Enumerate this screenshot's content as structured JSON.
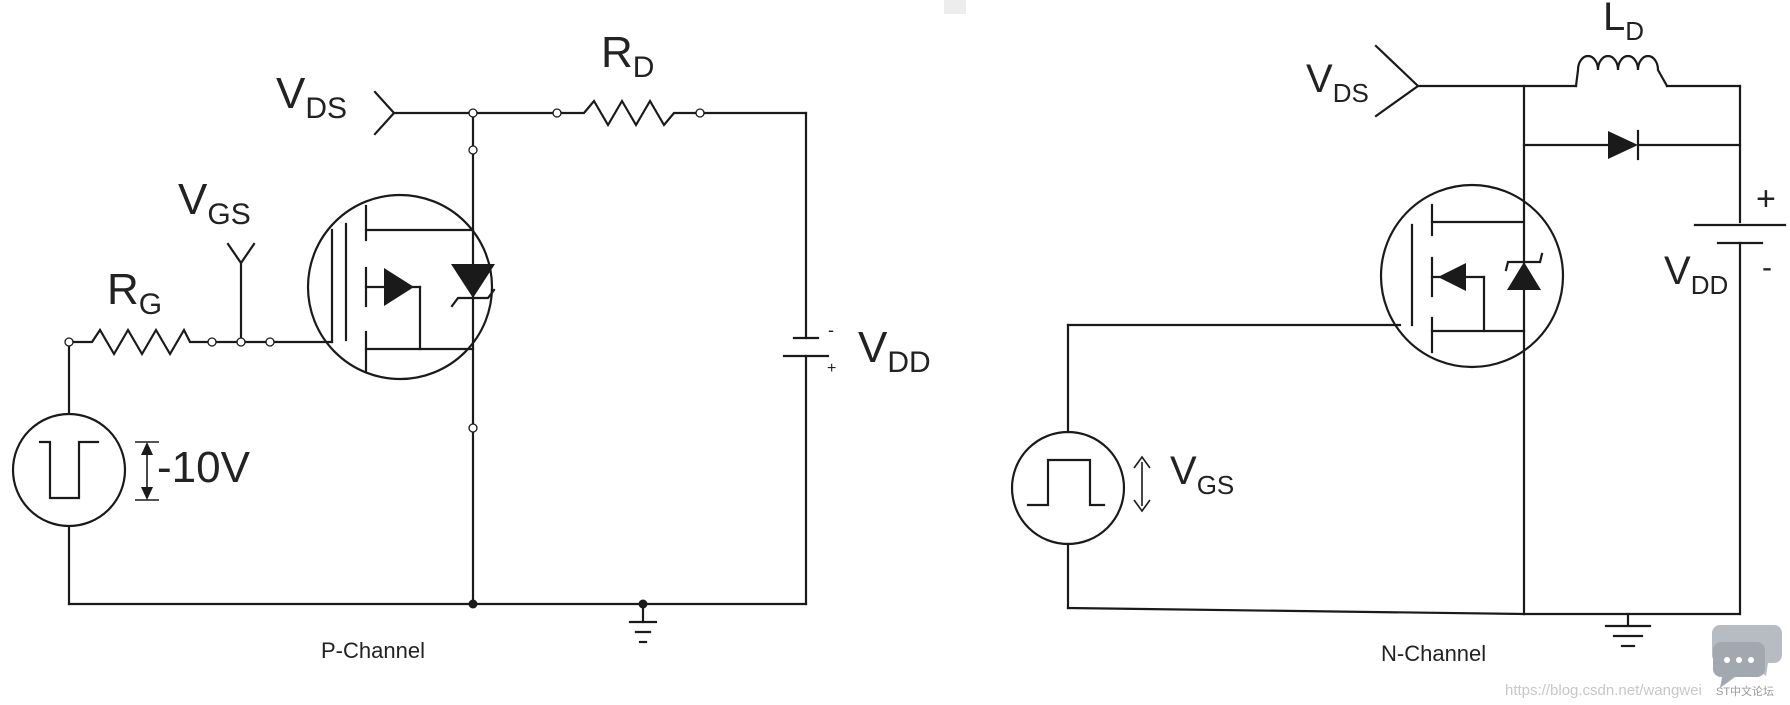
{
  "p_channel": {
    "caption": "P-Channel",
    "vds": {
      "main": "V",
      "sub": "DS"
    },
    "rd": {
      "main": "R",
      "sub": "D"
    },
    "vgs": {
      "main": "V",
      "sub": "GS"
    },
    "rg": {
      "main": "R",
      "sub": "G"
    },
    "vdd": {
      "main": "V",
      "sub": "DD",
      "minus": "-",
      "plus": "+"
    },
    "amplitude": "-10V"
  },
  "n_channel": {
    "caption": "N-Channel",
    "vds": {
      "main": "V",
      "sub": "DS"
    },
    "ld": {
      "main": "L",
      "sub": "D"
    },
    "vdd": {
      "main": "V",
      "sub": "DD",
      "plus": "+",
      "minus": "-"
    },
    "vgs": {
      "main": "V",
      "sub": "GS"
    }
  },
  "watermark": {
    "url": "https://blog.csdn.net/wangwei",
    "logo_text": "ST中文论坛"
  }
}
